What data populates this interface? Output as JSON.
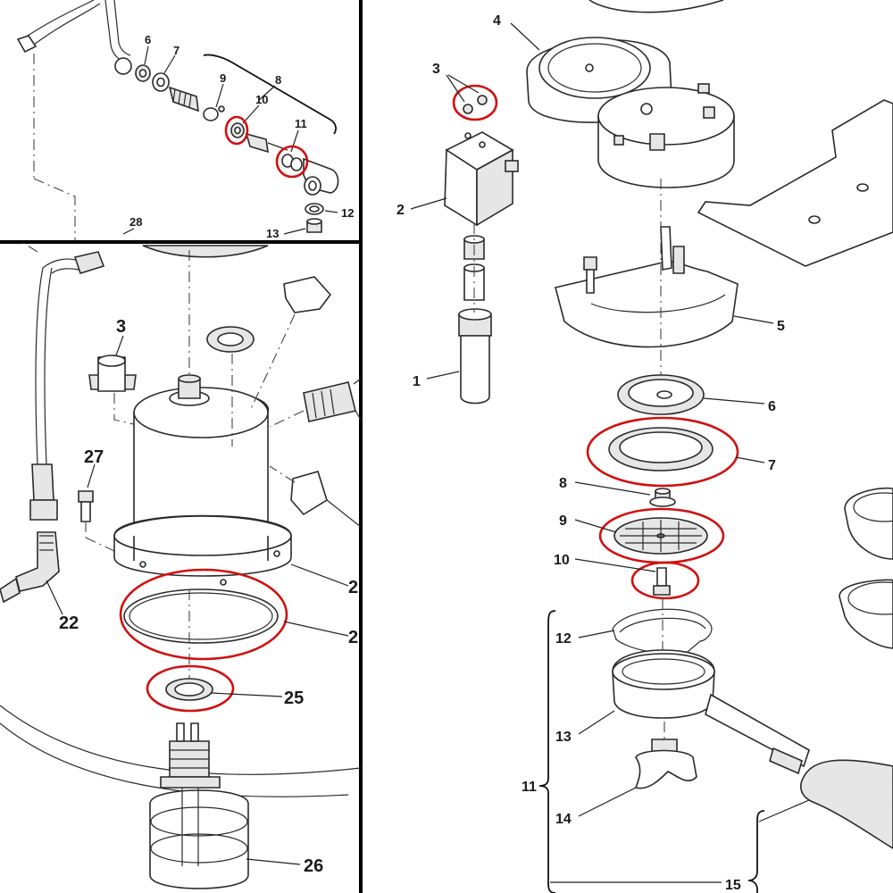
{
  "colors": {
    "highlight": "#d01010",
    "ink": "#1a1a1a",
    "background": "#ffffff"
  },
  "panels": {
    "top_left": {
      "labels": {
        "p6": "6",
        "p7": "7",
        "p8": "8",
        "p9": "9",
        "p10": "10",
        "p11": "11",
        "p12": "12",
        "p13": "13",
        "p28": "28"
      }
    },
    "bottom_left": {
      "labels": {
        "p3": "3",
        "p27": "27",
        "p22": "22",
        "p2a": "2",
        "p2b": "2",
        "p25": "25",
        "p26": "26"
      }
    },
    "right": {
      "labels": {
        "p1": "1",
        "p2": "2",
        "p3": "3",
        "p4": "4",
        "p5": "5",
        "p6": "6",
        "p7": "7",
        "p8": "8",
        "p9": "9",
        "p10": "10",
        "p11": "11",
        "p12": "12",
        "p13": "13",
        "p14": "14",
        "p15": "15"
      }
    }
  }
}
